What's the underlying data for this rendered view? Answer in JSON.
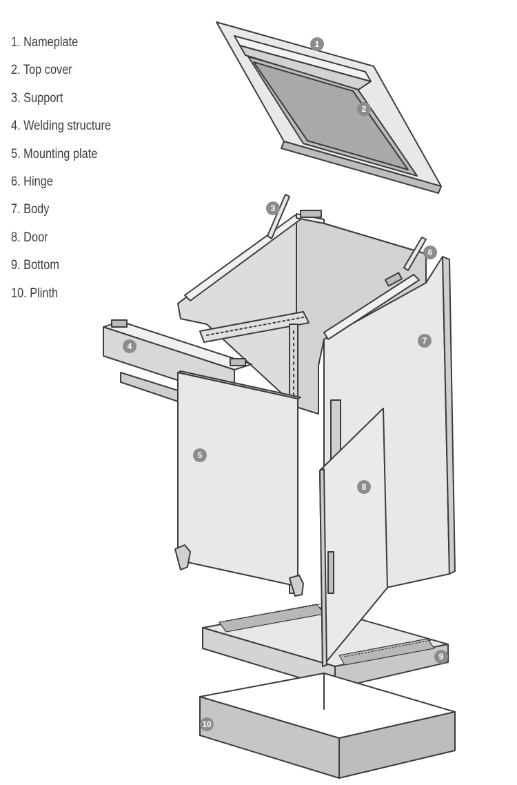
{
  "legend": [
    {
      "number": "1",
      "label": "Nameplate"
    },
    {
      "number": "2",
      "label": "Top cover"
    },
    {
      "number": "3",
      "label": "Support"
    },
    {
      "number": "4",
      "label": "Welding structure"
    },
    {
      "number": "5",
      "label": "Mounting plate"
    },
    {
      "number": "6",
      "label": "Hinge"
    },
    {
      "number": "7",
      "label": "Body"
    },
    {
      "number": "8",
      "label": "Door"
    },
    {
      "number": "9",
      "label": "Bottom"
    },
    {
      "number": "10",
      "label": "Plinth"
    }
  ],
  "callouts": {
    "nameplate": "1",
    "top_cover": "2",
    "support": "3",
    "welding_structure": "4",
    "mounting_plate": "5",
    "hinge": "6",
    "body": "7",
    "door": "8",
    "bottom": "9",
    "plinth": "10"
  },
  "colors": {
    "panel": "#e6e6e6",
    "panel_dark": "#cfcfcf",
    "glass": "#a9a9a9",
    "outline": "#3c3c3c",
    "callout": "#8c8c8c",
    "text": "#3a3a3a"
  },
  "icons": [
    "nameplate-icon",
    "support-icon",
    "hinge-icon",
    "lock-icon"
  ]
}
